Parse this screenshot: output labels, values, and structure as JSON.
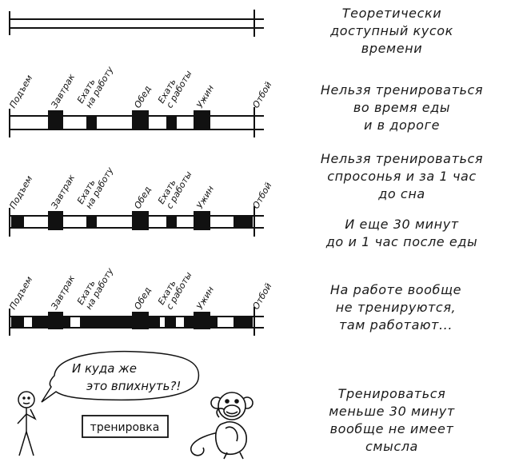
{
  "notes": [
    "Теоретически\nдоступный кусок\nвремени",
    "Нельзя тренироваться\nво время еды\nи в дороге",
    "Нельзя тренироваться\nспросонья и за 1 час\nдо сна",
    "И еще 30 минут\nдо и 1 час после еды",
    "На работе вообще\nне тренируются,\nтам работают...",
    "Тренироваться\nменьше 30 минут\nвообще не имеет\nсмысла"
  ],
  "event_labels": {
    "wake": "Подъем",
    "breakfast": "Завтрак",
    "to_work": "Ехать\nна работу",
    "lunch": "Обед",
    "from_work": "Ехать\nс работы",
    "dinner": "Ужин",
    "sleep": "Отбой"
  },
  "speech_bubble": "И куда же\nэто впихнуть?!",
  "training_box": "тренировка"
}
